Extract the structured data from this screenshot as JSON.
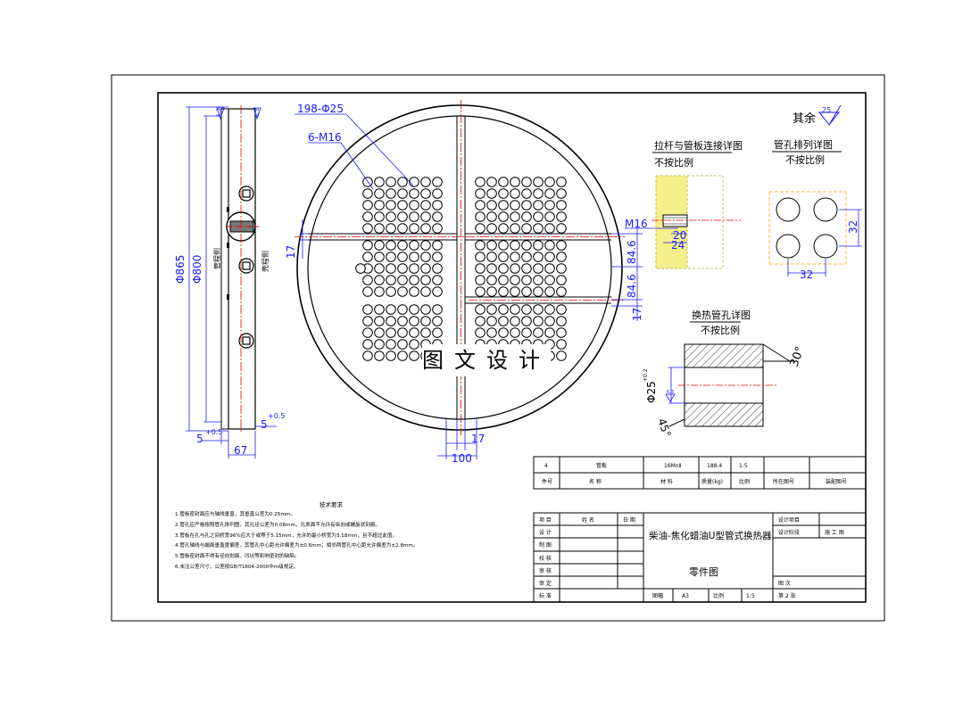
{
  "drawing": {
    "dims": {
      "holes": "198-Φ25",
      "threads": "6-M16",
      "d_outer": "Φ865",
      "d_inner": "Φ800",
      "groove_left": "17",
      "lane1": "84.6",
      "lane2": "84.6",
      "groove_right": "17",
      "bottom_17": "17",
      "bottom_100": "100",
      "thk_67": "67",
      "tol_left": "5",
      "tol_left_sup": "+0.5",
      "tol_right": "5",
      "tol_right_sup": "+0.5"
    },
    "side_labels": {
      "tube_side": "管程侧",
      "shell_side": "壳程侧"
    },
    "surface_rest": "其余",
    "surface_rest_value": "25",
    "roughness_marks": [
      "6.3",
      "6.3",
      "6.3"
    ],
    "detail1": {
      "title": "拉杆与管板连接详图",
      "scale": "不按比例",
      "m16": "M16",
      "d20": "20",
      "d24": "24"
    },
    "detail2": {
      "title": "管孔排列详图",
      "scale": "不按比例",
      "pitch_h": "32",
      "pitch_v": "32"
    },
    "detail3": {
      "title": "换热管孔详图",
      "scale": "不按比例",
      "angle30": "30°",
      "angle45": "45°",
      "dia": "Φ25",
      "dia_tol": "+0.2"
    },
    "watermark": "图文设计"
  },
  "tech_req": {
    "title": "技术要求",
    "items": [
      "1.管板密封面应与轴线垂直，其垂直公差为0.25mm。",
      "2.管孔应严格按照管孔排列图，其孔径公差为0.08mm，孔表面不允许有纵向或螺旋状刻痕。",
      "3.管板在孔与孔之间桥宽96%应大于或等于5.15mm，允许的最小桥宽为3.18mm，且不超过此值。",
      "4.管孔轴线与端面垂直度偏差，其管孔中心距允许偏差为±0.6mm；相邻两管孔中心距允许偏差为±2.8mm。",
      "5.管板密封面不得有径向划痕、凹坑等影响密封的缺陷。",
      "6.未注公差尺寸，公差按GB/T1804-2000中m级规定。"
    ]
  },
  "bom": {
    "row": [
      "4",
      "管板",
      "16MnⅡ",
      "188.4",
      "1:5",
      "",
      ""
    ],
    "header": [
      "件号",
      "名  称",
      "材  料",
      "质量(kg)",
      "比例",
      "所在图号",
      "装配图号"
    ]
  },
  "title_block": {
    "role_header": [
      "项 目",
      "姓 名",
      "日 期"
    ],
    "roles": [
      "设 计",
      "制 图",
      "校 核",
      "审 核",
      "审 定",
      "标 准"
    ],
    "title_line1": "柴油-焦化蜡油U型管式换热器",
    "title_line2": "零件图",
    "right_labels": [
      "设计项目",
      "设计阶段",
      "施 工 图",
      "图 次"
    ],
    "sheet_label": "图幅",
    "sheet_value": "A3",
    "scale_label": "比例",
    "scale_value": "1:5",
    "sheets": "第 2 张"
  }
}
